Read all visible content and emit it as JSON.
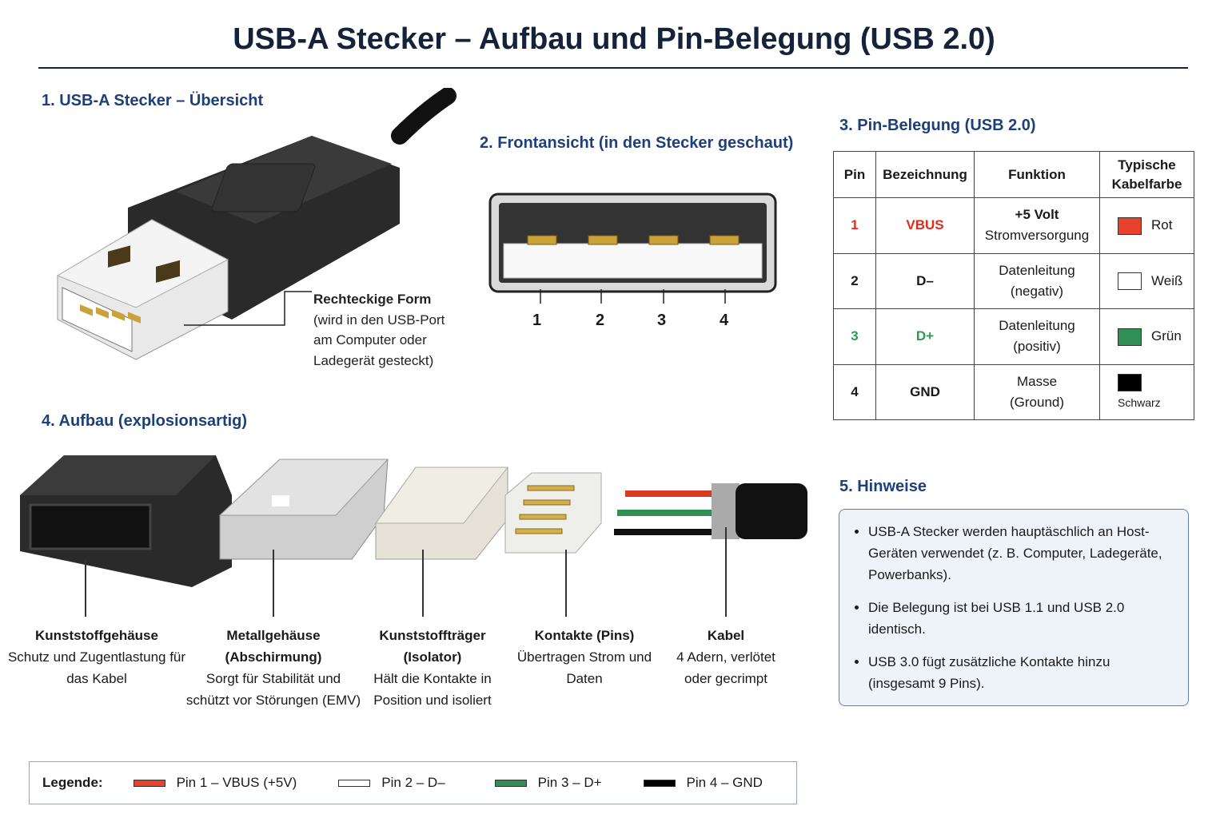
{
  "title": "USB-A Stecker – Aufbau und Pin-Belegung (USB 2.0)",
  "section1": {
    "heading": "1. USB-A Stecker – Übersicht",
    "callout_title": "Rechteckige Form",
    "callout_text": "(wird in den USB-Port am Computer oder Ladegerät gesteckt)"
  },
  "section2": {
    "heading": "2. Frontansicht (in den Stecker geschaut)",
    "pins": [
      "1",
      "2",
      "3",
      "4"
    ]
  },
  "section3": {
    "heading": "3. Pin-Belegung (USB 2.0)",
    "headers": [
      "Pin",
      "Bezeichnung",
      "Funktion",
      "Typische Kabelfarbe"
    ],
    "rows": [
      {
        "pin": "1",
        "name": "VBUS",
        "func1": "+5 Volt",
        "func2": "Stromversorgung",
        "color_name": "Rot",
        "color": "#e8412c",
        "text_color": "#e02a1b"
      },
      {
        "pin": "2",
        "name": "D–",
        "func1": "Datenleitung",
        "func2": "(negativ)",
        "color_name": "Weiß",
        "color": "#ffffff",
        "text_color": "#1a1a1a"
      },
      {
        "pin": "3",
        "name": "D+",
        "func1": "Datenleitung",
        "func2": "(positiv)",
        "color_name": "Grün",
        "color": "#2f8f55",
        "text_color": "#2f9a4f"
      },
      {
        "pin": "4",
        "name": "GND",
        "func1": "Masse",
        "func2": "(Ground)",
        "color_name": "Schwarz",
        "color": "#000000",
        "text_color": "#1a1a1a"
      }
    ]
  },
  "section4": {
    "heading": "4. Aufbau (explosionsartig)",
    "parts": [
      {
        "title": "Kunststoffgehäuse",
        "desc": "Schutz und Zugentlastung für das Kabel"
      },
      {
        "title": "Metallgehäuse (Abschirmung)",
        "desc": "Sorgt für Stabilität und schützt vor Störungen (EMV)"
      },
      {
        "title": "Kunststoffträger (Isolator)",
        "desc": "Hält die Kontakte in Position und isoliert"
      },
      {
        "title": "Kontakte (Pins)",
        "desc": "Übertragen Strom und Daten"
      },
      {
        "title": "Kabel",
        "desc": "4 Adern, verlötet oder gecrimpt"
      }
    ]
  },
  "section5": {
    "heading": "5. Hinweise",
    "items": [
      "USB-A Stecker werden hauptäschlich an Host-Geräten verwendet (z. B. Computer, Ladegeräte, Powerbanks).",
      "Die Belegung ist bei USB 1.1 und USB 2.0 identisch.",
      "USB 3.0 fügt zusätzliche Kontakte hinzu (insgesamt 9 Pins)."
    ]
  },
  "legend": {
    "label": "Legende:",
    "items": [
      {
        "text": "Pin 1 – VBUS (+5V)",
        "color": "#e8412c"
      },
      {
        "text": "Pin 2 – D–",
        "color": "#ffffff"
      },
      {
        "text": "Pin 3 – D+",
        "color": "#2f8f55"
      },
      {
        "text": "Pin 4 – GND",
        "color": "#000000"
      }
    ]
  }
}
